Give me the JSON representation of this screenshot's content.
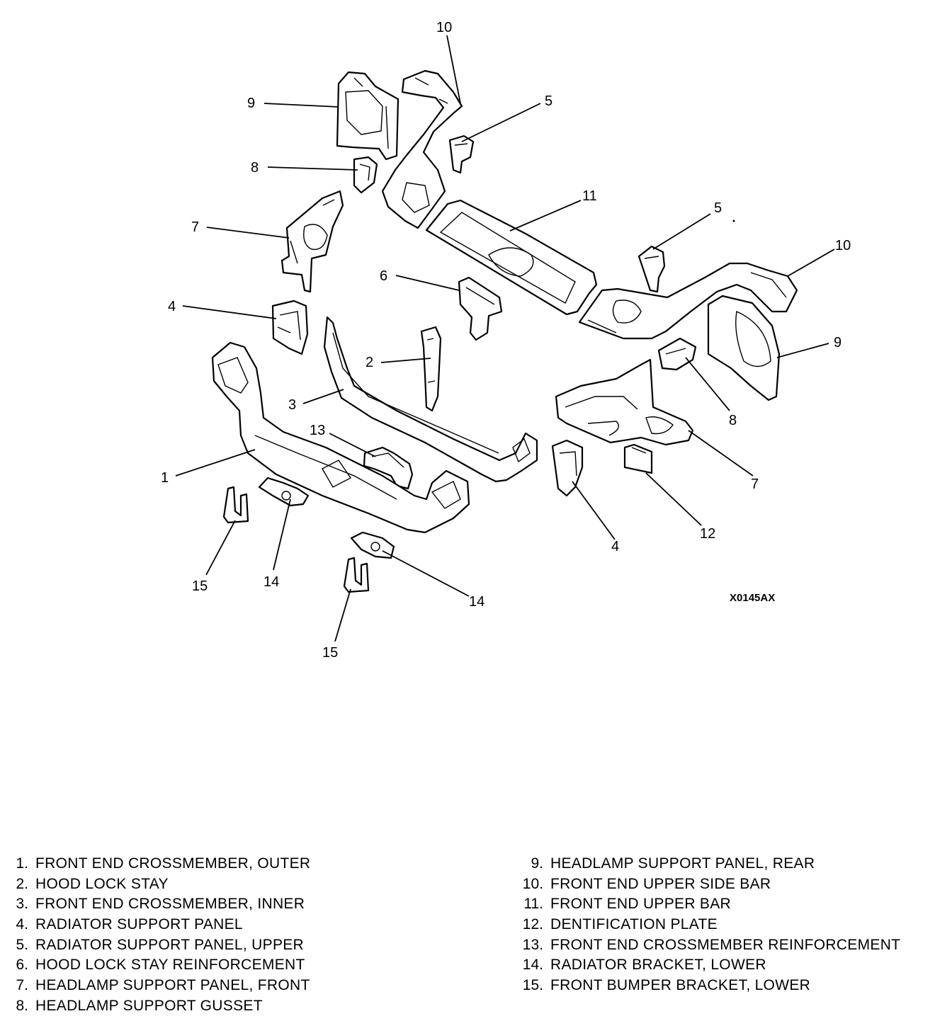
{
  "diagram": {
    "drawing_code": "X0145AX",
    "callouts": [
      "1",
      "2",
      "3",
      "4",
      "4",
      "5",
      "5",
      "6",
      "7",
      "7",
      "8",
      "8",
      "9",
      "9",
      "10",
      "10",
      "11",
      "12",
      "13",
      "14",
      "14",
      "15",
      "15"
    ]
  },
  "legend": {
    "left": [
      {
        "num": "1.",
        "text": "FRONT END CROSSMEMBER, OUTER"
      },
      {
        "num": "2.",
        "text": "HOOD LOCK STAY"
      },
      {
        "num": "3.",
        "text": "FRONT END CROSSMEMBER, INNER"
      },
      {
        "num": "4.",
        "text": "RADIATOR SUPPORT PANEL"
      },
      {
        "num": "5.",
        "text": "RADIATOR SUPPORT PANEL, UPPER"
      },
      {
        "num": "6.",
        "text": "HOOD LOCK STAY REINFORCEMENT"
      },
      {
        "num": "7.",
        "text": "HEADLAMP SUPPORT PANEL, FRONT"
      },
      {
        "num": "8.",
        "text": "HEADLAMP SUPPORT GUSSET"
      }
    ],
    "right": [
      {
        "num": "9.",
        "text": "HEADLAMP SUPPORT PANEL, REAR"
      },
      {
        "num": "10.",
        "text": "FRONT END UPPER SIDE BAR"
      },
      {
        "num": "11.",
        "text": "FRONT END UPPER BAR"
      },
      {
        "num": "12.",
        "text": "DENTIFICATION PLATE"
      },
      {
        "num": "13.",
        "text": "FRONT END CROSSMEMBER REINFORCEMENT"
      },
      {
        "num": "14.",
        "text": "RADIATOR BRACKET, LOWER"
      },
      {
        "num": "15.",
        "text": "FRONT BUMPER BRACKET, LOWER"
      }
    ]
  }
}
